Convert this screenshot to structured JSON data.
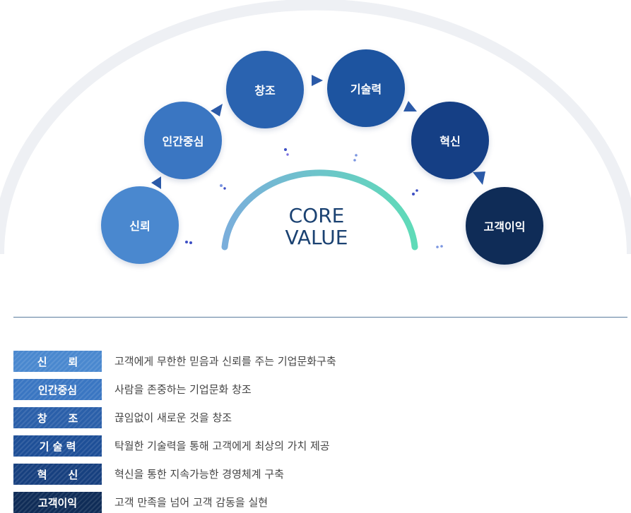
{
  "core": {
    "line1": "CORE",
    "line2": "VALUE"
  },
  "colors": {
    "trust": "#4a88cf",
    "people": "#3a76c2",
    "creation": "#2a63b0",
    "tech": "#1d54a0",
    "innovation": "#153f85",
    "customer": "#0f2c57",
    "arrow": "#2b5aa8",
    "arc_start": "#7aaedb",
    "arc_end": "#5fdbb8"
  },
  "nodes": [
    {
      "id": "trust",
      "label": "신뢰"
    },
    {
      "id": "people",
      "label": "인간중심"
    },
    {
      "id": "creation",
      "label": "창조"
    },
    {
      "id": "tech",
      "label": "기술력"
    },
    {
      "id": "innovation",
      "label": "혁신"
    },
    {
      "id": "customer",
      "label": "고객이익"
    }
  ],
  "values": [
    {
      "tag": "신　　뢰",
      "desc": "고객에게 무한한 믿음과 신뢰를 주는 기업문화구축",
      "color": "#4a88cf"
    },
    {
      "tag": "인간중심",
      "desc": "사람을 존중하는 기업문화 창조",
      "color": "#3a76c2"
    },
    {
      "tag": "창　　조",
      "desc": "끊임없이 새로운 것을 창조",
      "color": "#2a5fa9"
    },
    {
      "tag": "기 술 력",
      "desc": "탁월한 기술력을 통해 고객에게 최상의 가치 제공",
      "color": "#1e4f97"
    },
    {
      "tag": "혁　　신",
      "desc": "혁신을 통한 지속가능한 경영체계 구축",
      "color": "#17407f"
    },
    {
      "tag": "고객이익",
      "desc": "고객 만족을 넘어 고객 감동을 실현",
      "color": "#0f2c57"
    }
  ]
}
